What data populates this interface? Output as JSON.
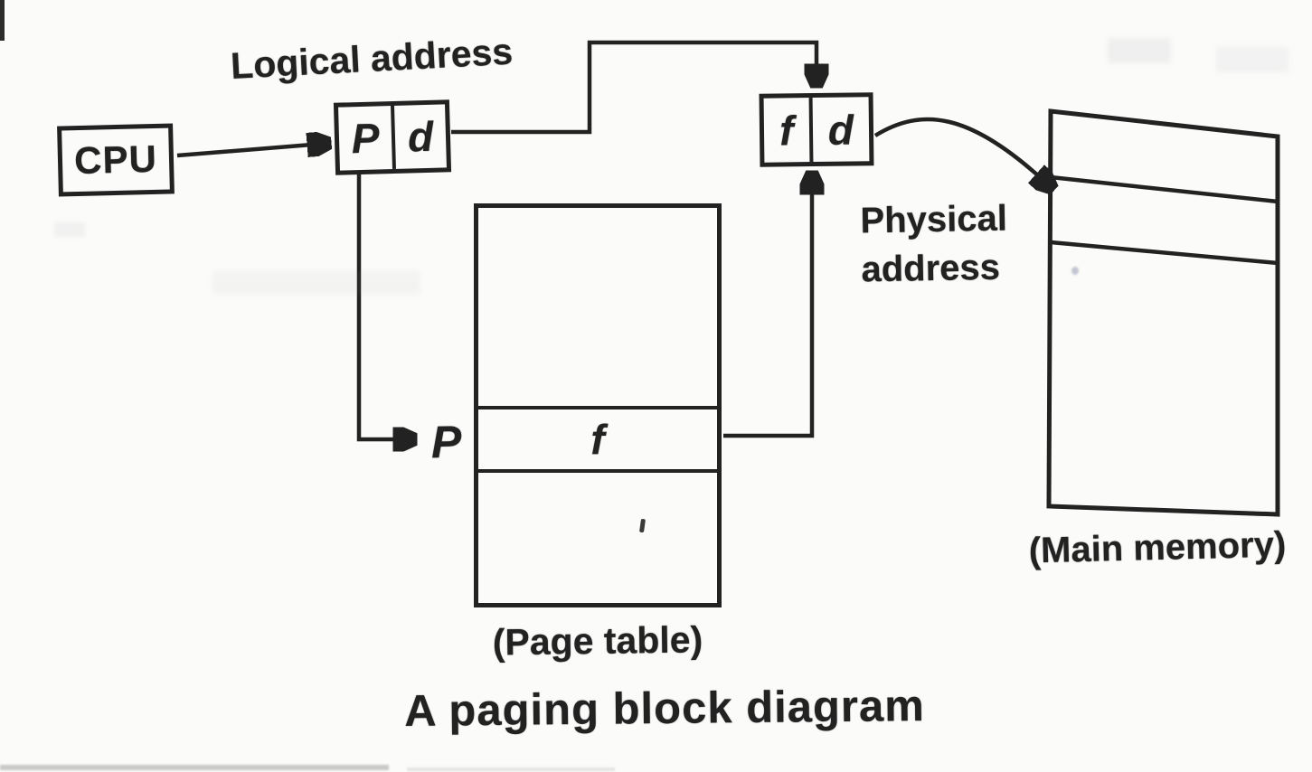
{
  "title": "A paging block diagram",
  "colors": {
    "ink": "#222222",
    "paper": "#fbfbf9"
  },
  "cpu": {
    "label": "CPU"
  },
  "logical_address": {
    "caption": "Logical address",
    "page_field": "P",
    "offset_field": "d"
  },
  "physical_address": {
    "caption_lines": [
      "Physical",
      "address"
    ],
    "frame_field": "f",
    "offset_field": "d"
  },
  "page_table": {
    "caption": "(Page table)",
    "index_pointer": "P",
    "entry_value": "f"
  },
  "main_memory": {
    "caption": "(Main memory)"
  }
}
